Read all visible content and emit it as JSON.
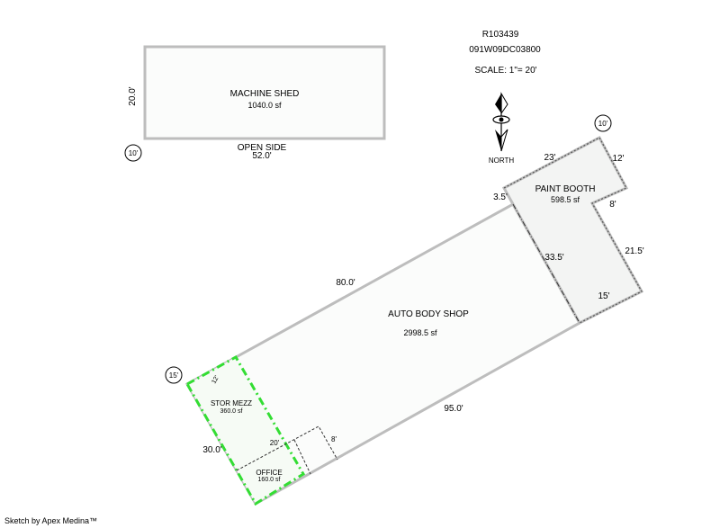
{
  "header": {
    "parcel_id": "R103439",
    "map_id": "091W09DC03800",
    "scale": "SCALE: 1\"= 20'"
  },
  "compass": {
    "label": "NORTH",
    "icon": "north-arrow-icon"
  },
  "machine_shed": {
    "name": "MACHINE SHED",
    "area": "1040.0 sf",
    "side_label": "OPEN SIDE",
    "width": "52.0'",
    "depth": "20.0'",
    "height_marker": "10'"
  },
  "auto_body_shop": {
    "name": "AUTO BODY SHOP",
    "area": "2998.5 sf",
    "top_length": "80.0'",
    "bottom_length": "95.0'",
    "side_length": "30.0'",
    "height_marker": "15'"
  },
  "paint_booth": {
    "name": "PAINT BOOTH",
    "area": "598.5 sf",
    "dims": {
      "d23": "23'",
      "d12": "12'",
      "d8": "8'",
      "d21_5": "21.5'",
      "d15": "15'",
      "d33_5": "33.5'",
      "d3_5": "3.5'"
    },
    "height_marker": "10'"
  },
  "stor_mezz": {
    "name": "STOR MEZZ",
    "area": "360.0 sf",
    "dim_12": "12'"
  },
  "office": {
    "name": "OFFICE",
    "area": "160.0 sf",
    "dim_20": "20'",
    "dim_8": "8'"
  },
  "footer": {
    "credit": "Sketch by Apex Medina™"
  },
  "colors": {
    "wall": "#bdbdbd",
    "mezzanine": "#33dd33",
    "text": "#000000"
  }
}
